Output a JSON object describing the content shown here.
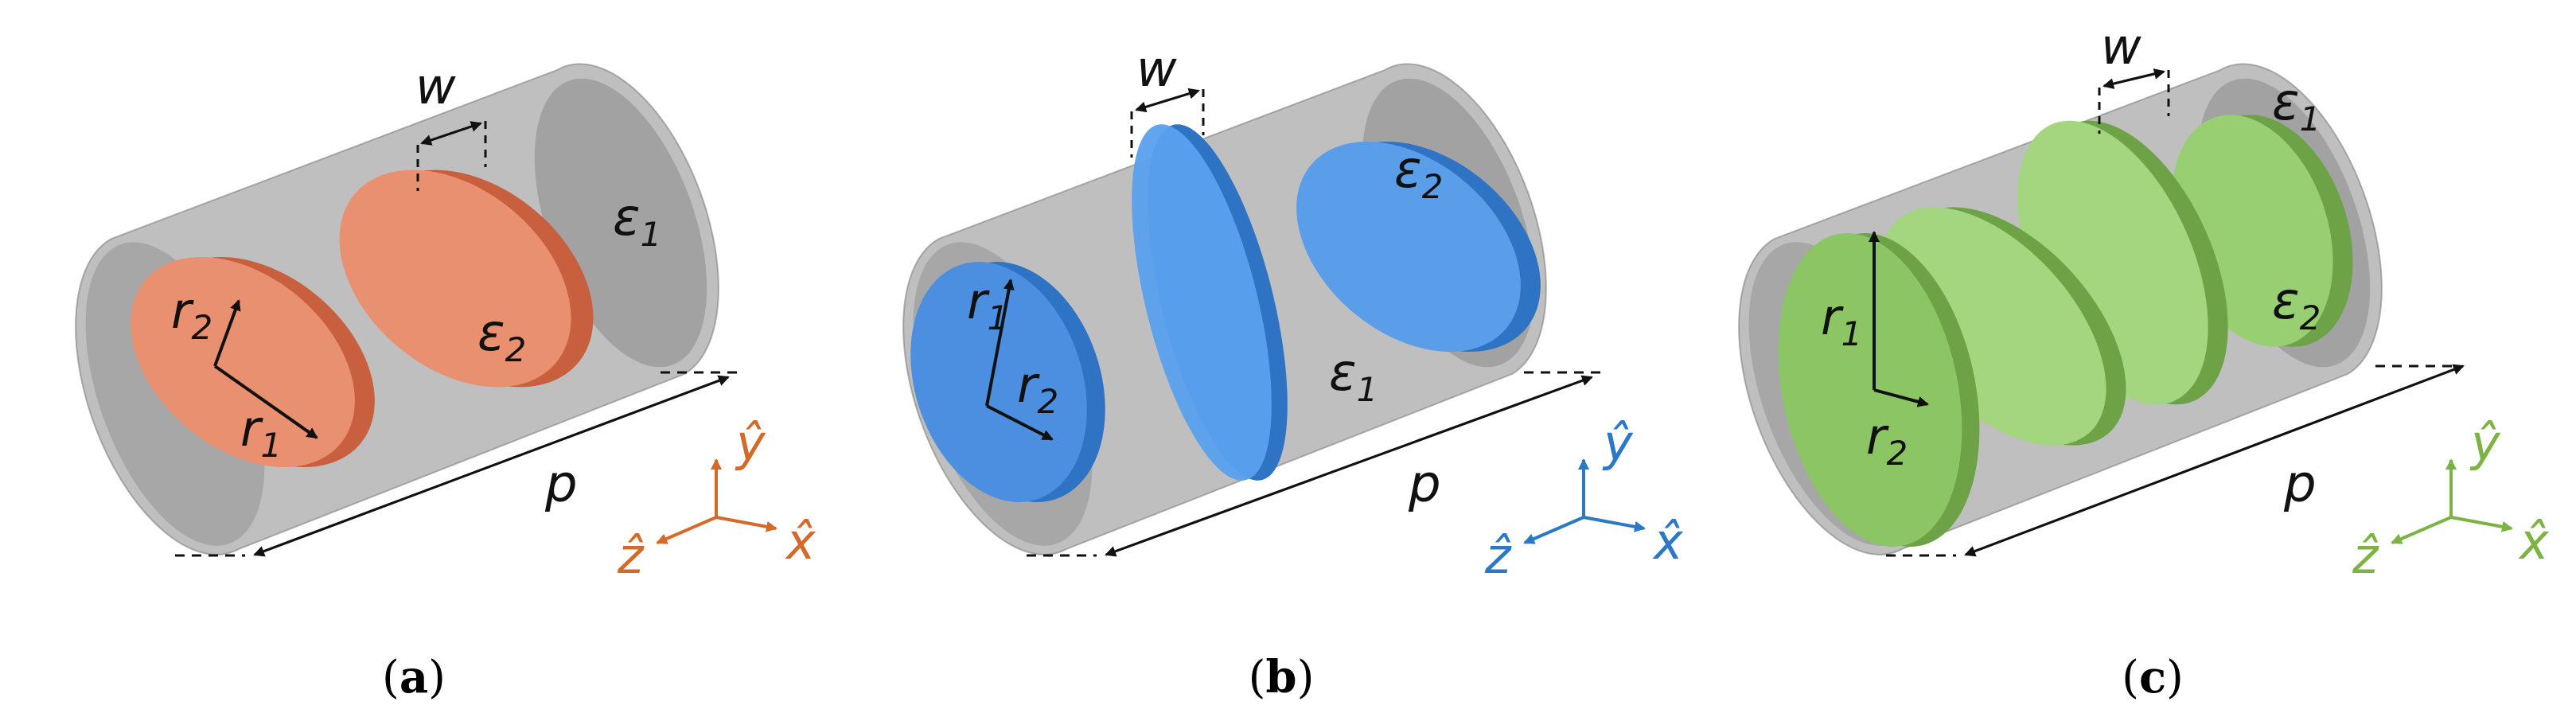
{
  "colors": {
    "cylinder": "#8a8a8a",
    "orange": "#e07a56",
    "blue": "#3f8ee6",
    "green": "#8cc563",
    "axis_orange": "#d46a2a",
    "axis_blue": "#2a78c6",
    "axis_green": "#7cb342"
  },
  "panels": [
    {
      "caption": {
        "open": "(",
        "letter": "a",
        "close": ")"
      },
      "labels": {
        "w": "w",
        "eps1": "ε",
        "eps1_sub": "1",
        "eps2": "ε",
        "eps2_sub": "2",
        "r1": "r",
        "r1_sub": "1",
        "r2": "r",
        "r2_sub": "2",
        "p": "p"
      },
      "axes": {
        "y": "ŷ",
        "z": "ẑ",
        "x": "x̂"
      }
    },
    {
      "caption": {
        "open": "(",
        "letter": "b",
        "close": ")"
      },
      "labels": {
        "w": "w",
        "eps1": "ε",
        "eps1_sub": "1",
        "eps2": "ε",
        "eps2_sub": "2",
        "r1": "r",
        "r1_sub": "1",
        "r2": "r",
        "r2_sub": "2",
        "p": "p"
      },
      "axes": {
        "y": "ŷ",
        "z": "ẑ",
        "x": "x̂"
      }
    },
    {
      "caption": {
        "open": "(",
        "letter": "c",
        "close": ")"
      },
      "labels": {
        "w": "w",
        "eps1": "ε",
        "eps1_sub": "1",
        "eps2": "ε",
        "eps2_sub": "2",
        "r1": "r",
        "r1_sub": "1",
        "r2": "r",
        "r2_sub": "2",
        "p": "p"
      },
      "axes": {
        "y": "ŷ",
        "z": "ẑ",
        "x": "x̂"
      }
    }
  ]
}
